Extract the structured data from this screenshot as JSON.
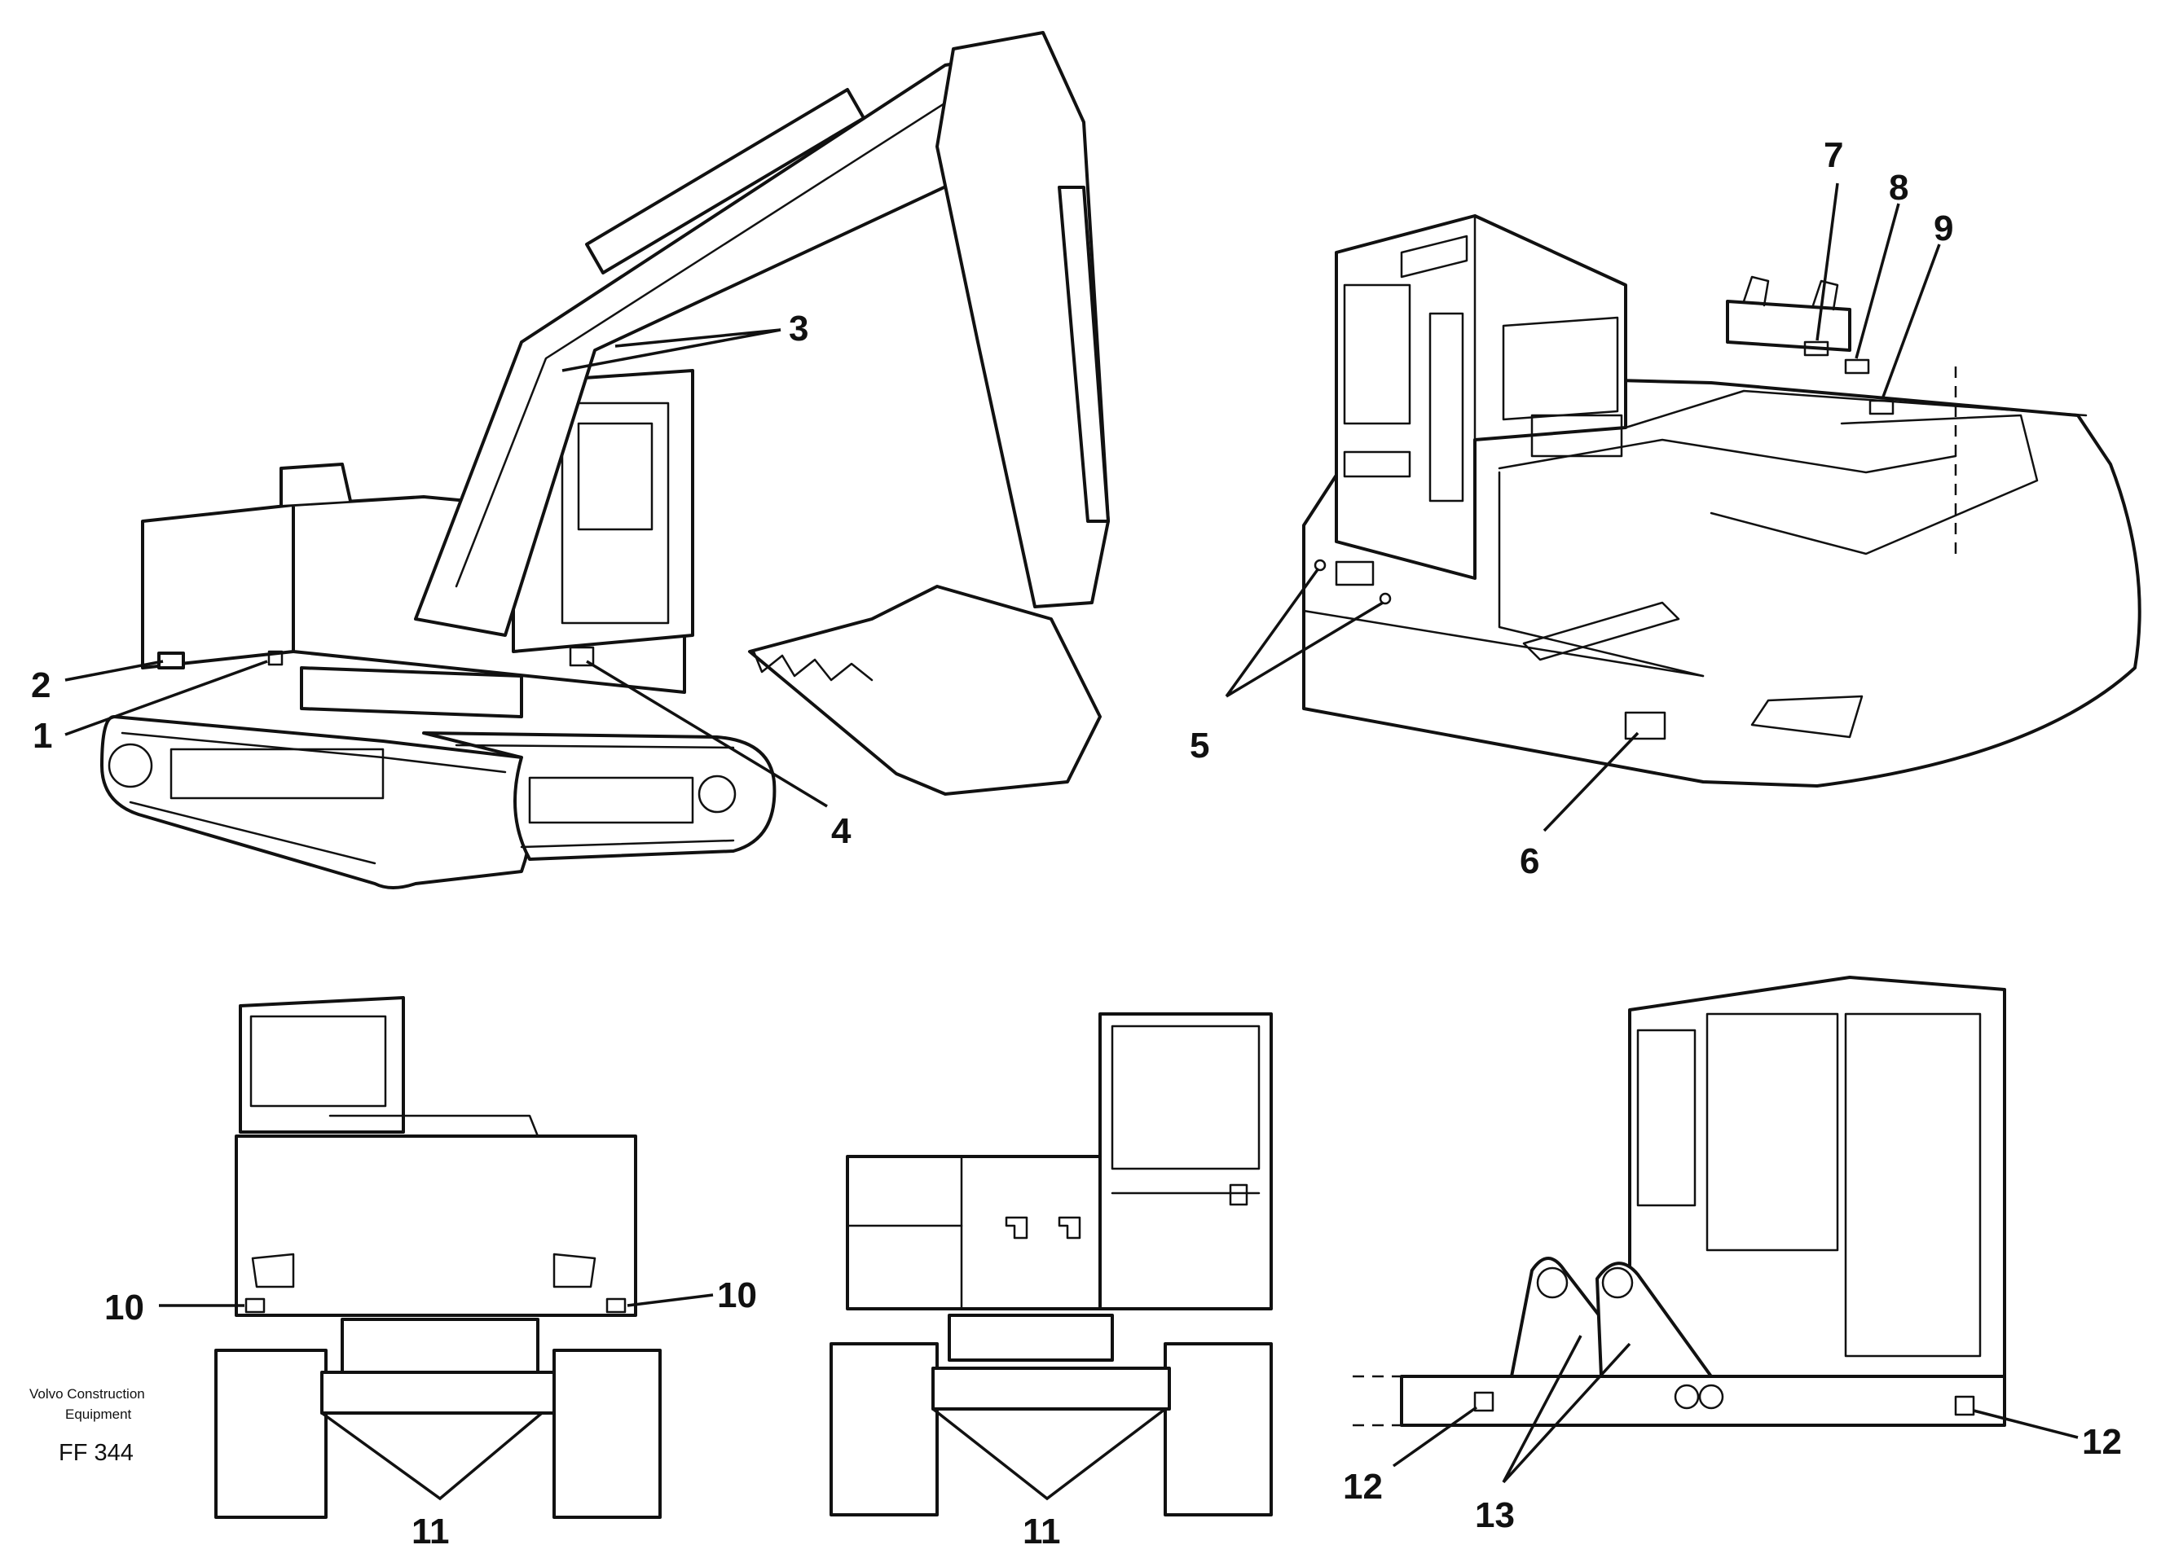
{
  "credit": {
    "line1": "Volvo Construction",
    "line2": "Equipment",
    "code": "FF 344"
  },
  "callouts": [
    "1",
    "2",
    "3",
    "4",
    "5",
    "6",
    "7",
    "8",
    "9",
    "10",
    "11",
    "12",
    "13"
  ],
  "colors": {
    "ink": "#111111",
    "paper": "#ffffff"
  }
}
